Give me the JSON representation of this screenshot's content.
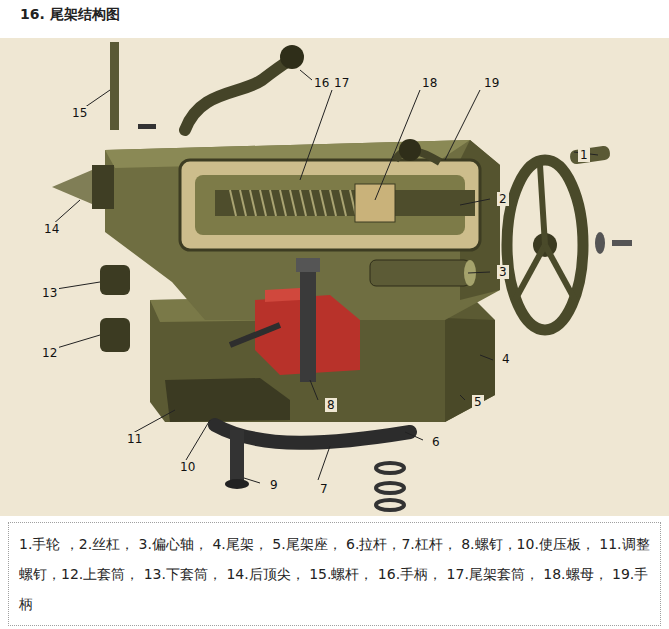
{
  "diagram": {
    "title": "16. 尾架结构图",
    "caption": "1.手轮 ，2.丝杠， 3.偏心轴， 4.尾架， 5.尾架座， 6.拉杆，7.杠杆， 8.螺钉，10.使压板， 11.调整螺钉，12.上套筒， 13.下套筒， 14.后顶尖， 15.螺杆， 16.手柄， 17.尾架套筒， 18.螺母， 19.手柄",
    "labels": [
      "1",
      "2",
      "3",
      "4",
      "5",
      "6",
      "7",
      "8",
      "9",
      "10",
      "11",
      "12",
      "13",
      "14",
      "15",
      "16",
      "17",
      "18",
      "19"
    ]
  }
}
